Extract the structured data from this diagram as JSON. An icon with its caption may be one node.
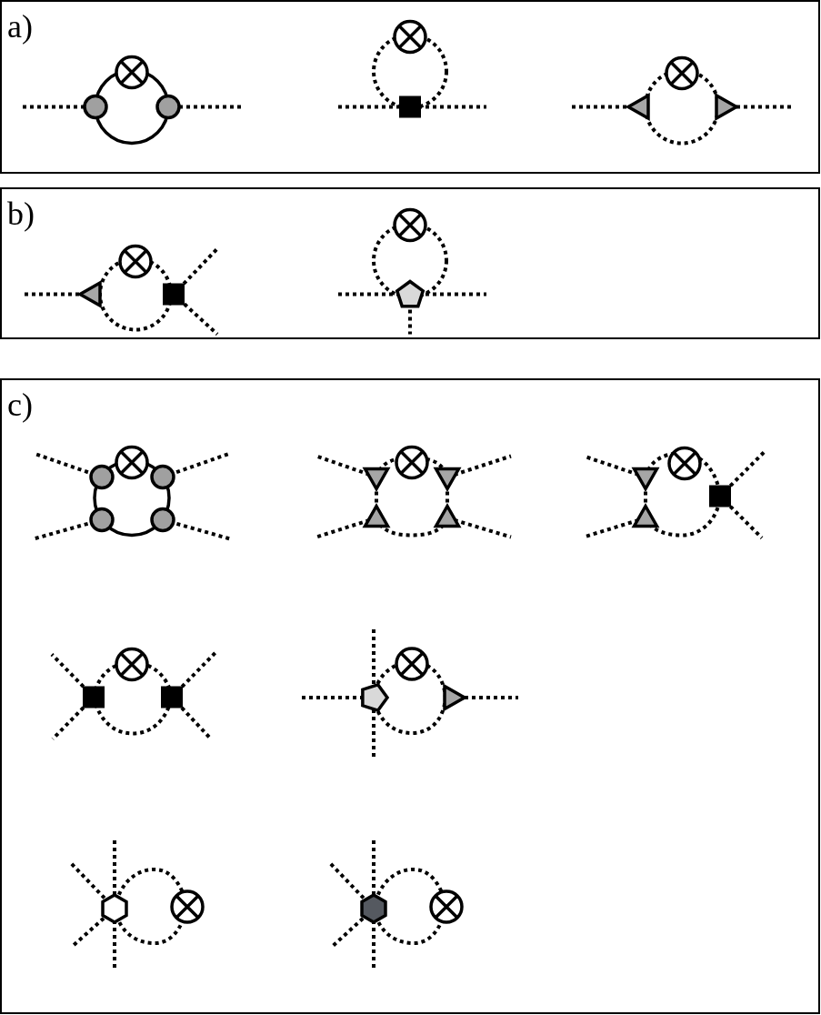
{
  "diagram": {
    "nodes": [
      {
        "text": [
          "a)"
        ]
      },
      {
        "text": [],
        "shape": "picture",
        "in": 0
      },
      {
        "text": [],
        "shape": "picture",
        "in": 0
      },
      {
        "text": [],
        "shape": "picture",
        "in": 0
      },
      {
        "text": [
          "b)"
        ]
      },
      {
        "text": [],
        "shape": "picture",
        "in": 4
      },
      {
        "text": [],
        "shape": "picture",
        "in": 4
      },
      {
        "text": [
          "c)"
        ]
      },
      {
        "text": [],
        "shape": "picture",
        "in": 7
      },
      {
        "text": [],
        "shape": "picture",
        "in": 7
      },
      {
        "text": [],
        "shape": "picture",
        "in": 7
      },
      {
        "text": [],
        "shape": "picture",
        "in": 7
      },
      {
        "text": [],
        "shape": "picture",
        "in": 7
      },
      {
        "text": [],
        "shape": "picture",
        "in": 7
      },
      {
        "text": [],
        "shape": "picture",
        "in": 7
      }
    ]
  }
}
